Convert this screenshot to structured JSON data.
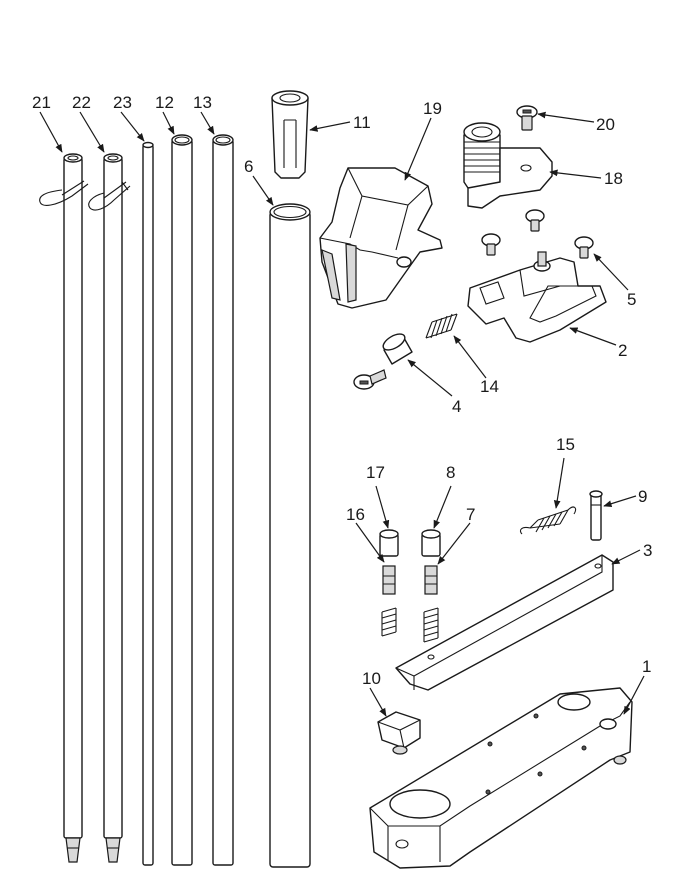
{
  "diagram": {
    "colors": {
      "line": "#1a1a1a",
      "fill": "#ffffff",
      "shade": "#d9d9d9"
    },
    "callouts": {
      "c21": "21",
      "c22": "22",
      "c23": "23",
      "c12": "12",
      "c13": "13",
      "c6": "6",
      "c11": "11",
      "c19": "19",
      "c20": "20",
      "c18": "18",
      "c5": "5",
      "c2": "2",
      "c14": "14",
      "c4": "4",
      "c15": "15",
      "c9": "9",
      "c3": "3",
      "c17": "17",
      "c8": "8",
      "c16": "16",
      "c7": "7",
      "c10": "10",
      "c1": "1"
    }
  }
}
